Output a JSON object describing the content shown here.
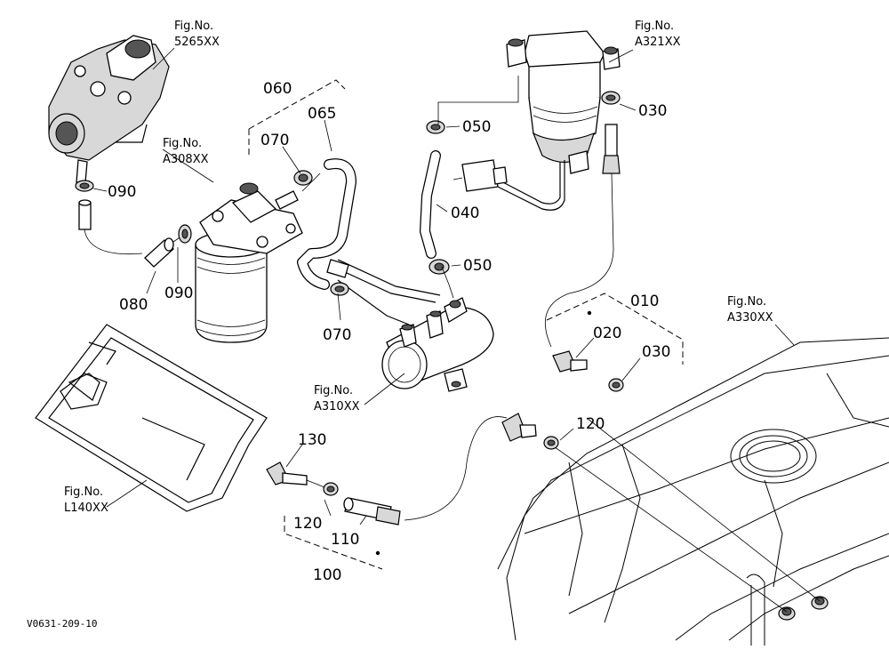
{
  "diagram_code": "V0631-209-10",
  "figure_refs": [
    {
      "key": "f5265",
      "prefix": "Fig.No.",
      "number": "5265XX"
    },
    {
      "key": "fA308",
      "prefix": "Fig.No.",
      "number": "A308XX"
    },
    {
      "key": "fA321",
      "prefix": "Fig.No.",
      "number": "A321XX"
    },
    {
      "key": "fA330",
      "prefix": "Fig.No.",
      "number": "A330XX"
    },
    {
      "key": "fA310",
      "prefix": "Fig.No.",
      "number": "A310XX"
    },
    {
      "key": "fL140",
      "prefix": "Fig.No.",
      "number": "L140XX"
    }
  ],
  "part_labels": {
    "p060": "060",
    "p065": "065",
    "p070a": "070",
    "p070b": "070",
    "p090a": "090",
    "p090b": "090",
    "p080": "080",
    "p050a": "050",
    "p050b": "050",
    "p040": "040",
    "p030a": "030",
    "p030b": "030",
    "p010": "010",
    "p020": "020",
    "p120a": "120",
    "p120b": "120",
    "p130": "130",
    "p110": "110",
    "p100": "100"
  }
}
